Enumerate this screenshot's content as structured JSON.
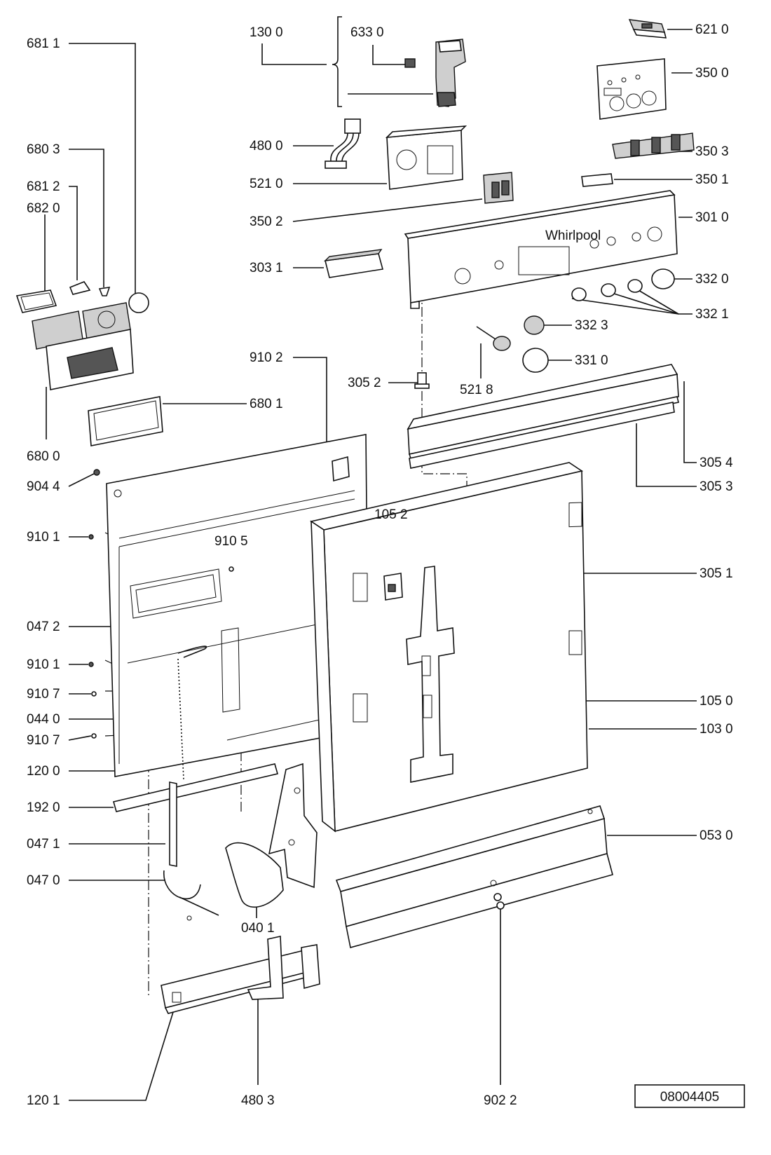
{
  "reference_number": "08004405",
  "brand_logo_text": "Whirlpool",
  "labels": {
    "l6811": "681 1",
    "l6803": "680 3",
    "l6812": "681 2",
    "l6820": "682 0",
    "l6800": "680 0",
    "l6801": "680 1",
    "l1300": "130 0",
    "l6330": "633 0",
    "l4800": "480 0",
    "l5210": "521 0",
    "l3502": "350 2",
    "l3031": "303 1",
    "l6210": "621 0",
    "l3500": "350 0",
    "l3503": "350 3",
    "l3501": "350 1",
    "l3010": "301 0",
    "l3320": "332 0",
    "l3321": "332 1",
    "l3323": "332 3",
    "l3310": "331 0",
    "l5218": "521 8",
    "l3052": "305 2",
    "l9102a": "910 2",
    "l3054": "305 4",
    "l3053": "305 3",
    "l3051": "305 1",
    "l9044": "904 4",
    "l9101a": "910 1",
    "l9105": "910 5",
    "l1052": "105 2",
    "l0472": "047 2",
    "l9101b": "910 1",
    "l9107a": "910 7",
    "l0440": "044 0",
    "l9107b": "910 7",
    "l1200": "120 0",
    "l1920": "192 0",
    "l0471": "047 1",
    "l0470": "047 0",
    "l0401": "040 1",
    "l1050": "105 0",
    "l1030": "103 0",
    "l0530": "053 0",
    "l1201": "120 1",
    "l4803": "480 3",
    "l9022": "902 2"
  }
}
